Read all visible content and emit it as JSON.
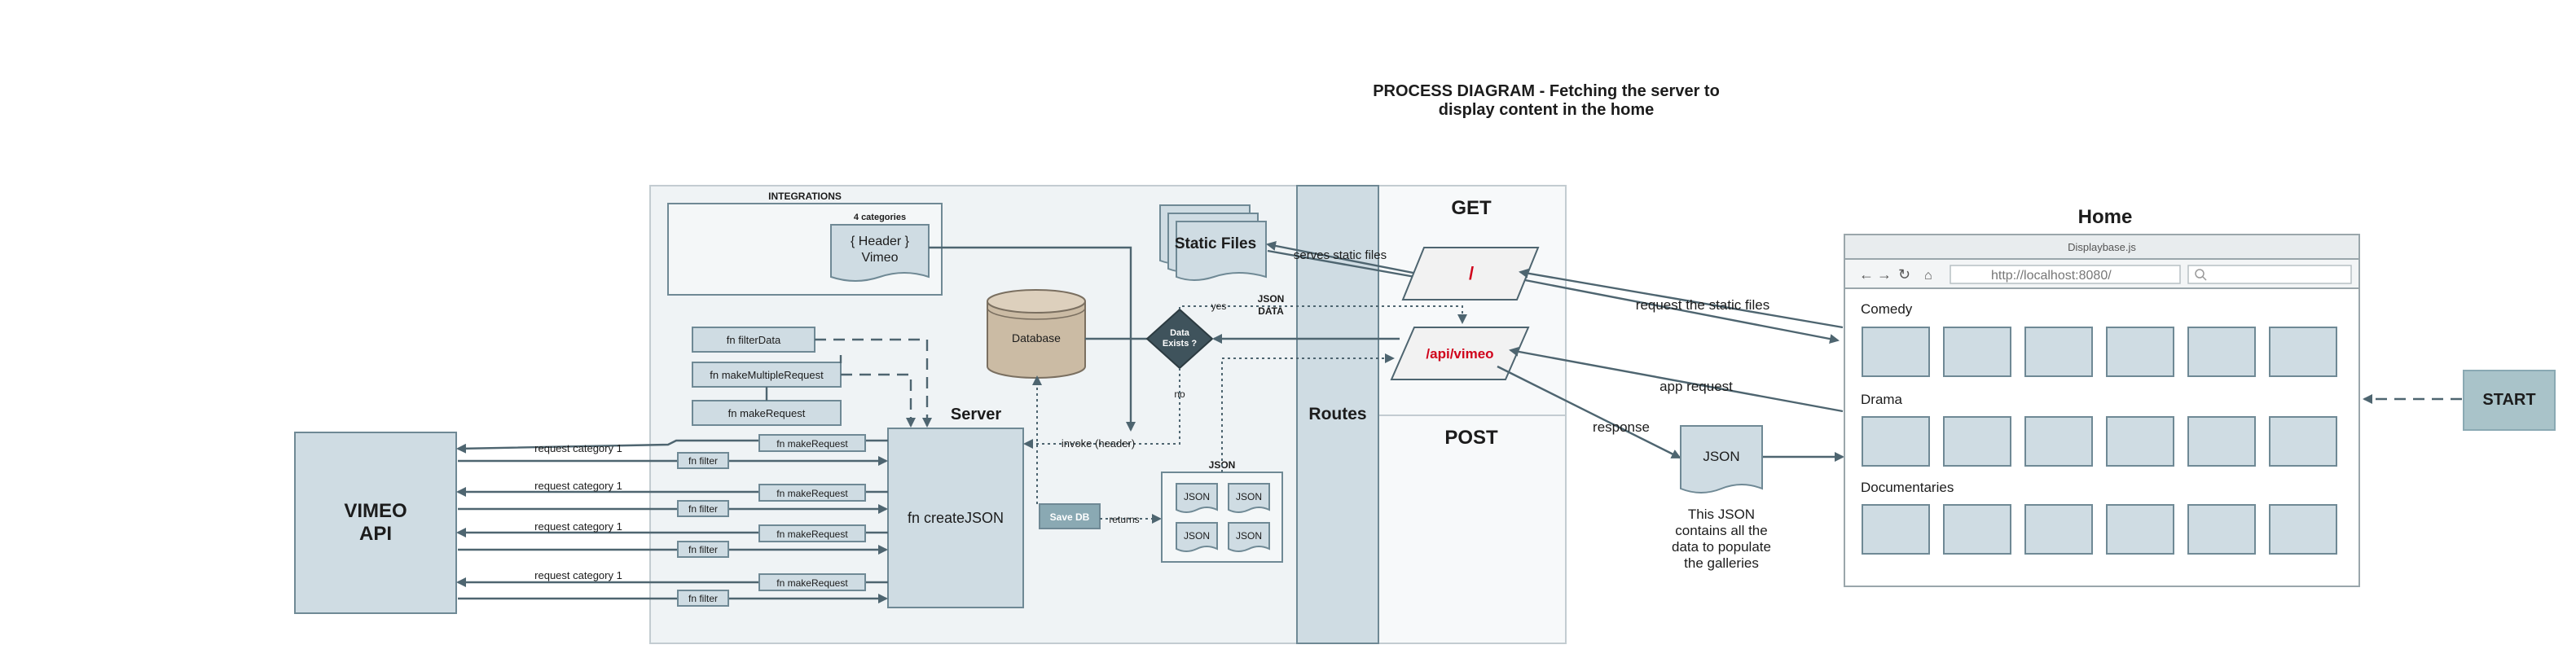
{
  "title": [
    "PROCESS DIAGRAM - Fetching  the server to",
    "display content in the home"
  ],
  "vimeo_api": [
    "VIMEO",
    "API"
  ],
  "integrations": {
    "label": "INTEGRATIONS",
    "categories_label": "4 categories",
    "doc_text": [
      "{ Header }",
      "Vimeo"
    ]
  },
  "fn_boxes": {
    "filter_data": "fn filterData",
    "make_multiple_request": "fn makeMultipleRequest",
    "make_request": "fn makeRequest",
    "make_request_row": "fn makeRequest",
    "filter": "fn filter"
  },
  "request_label": "request category 1",
  "server": {
    "label": "Server",
    "fn": "fn createJSON"
  },
  "database": "Database",
  "decision": [
    "Data",
    "Exists ?"
  ],
  "yes": "yes",
  "no": "no",
  "json_data": [
    "JSON",
    "DATA"
  ],
  "invoke": "invoke (header)",
  "save_db": "Save DB",
  "returns": "returns",
  "json_group": {
    "label": "JSON",
    "item": "JSON"
  },
  "static_files": "Static Files",
  "serves_static": "serves static files",
  "routes": "Routes",
  "get": "GET",
  "post": "POST",
  "route_root": "/",
  "route_api": "/api/vimeo",
  "request_static": "request the static files",
  "app_request": "app request",
  "response": "response",
  "json_doc": "JSON",
  "json_note": [
    "This JSON",
    "contains all the",
    "data to populate",
    "the galleries"
  ],
  "home": {
    "title": "Home",
    "browser_title": "Displaybase.js",
    "url": "http://localhost:8080/",
    "sections": [
      "Comedy",
      "Drama",
      "Documentaries"
    ],
    "tiles_per_row": 6
  },
  "start": "START",
  "colors": {
    "panel": "#eff3f5",
    "box": "#cfdce3",
    "stroke": "#6f8995",
    "arrow": "#4e6570",
    "route_text": "#d0021b",
    "diamond": "#3f535c",
    "save_db": "#8aa9b3",
    "start": "#a9c3c9"
  }
}
